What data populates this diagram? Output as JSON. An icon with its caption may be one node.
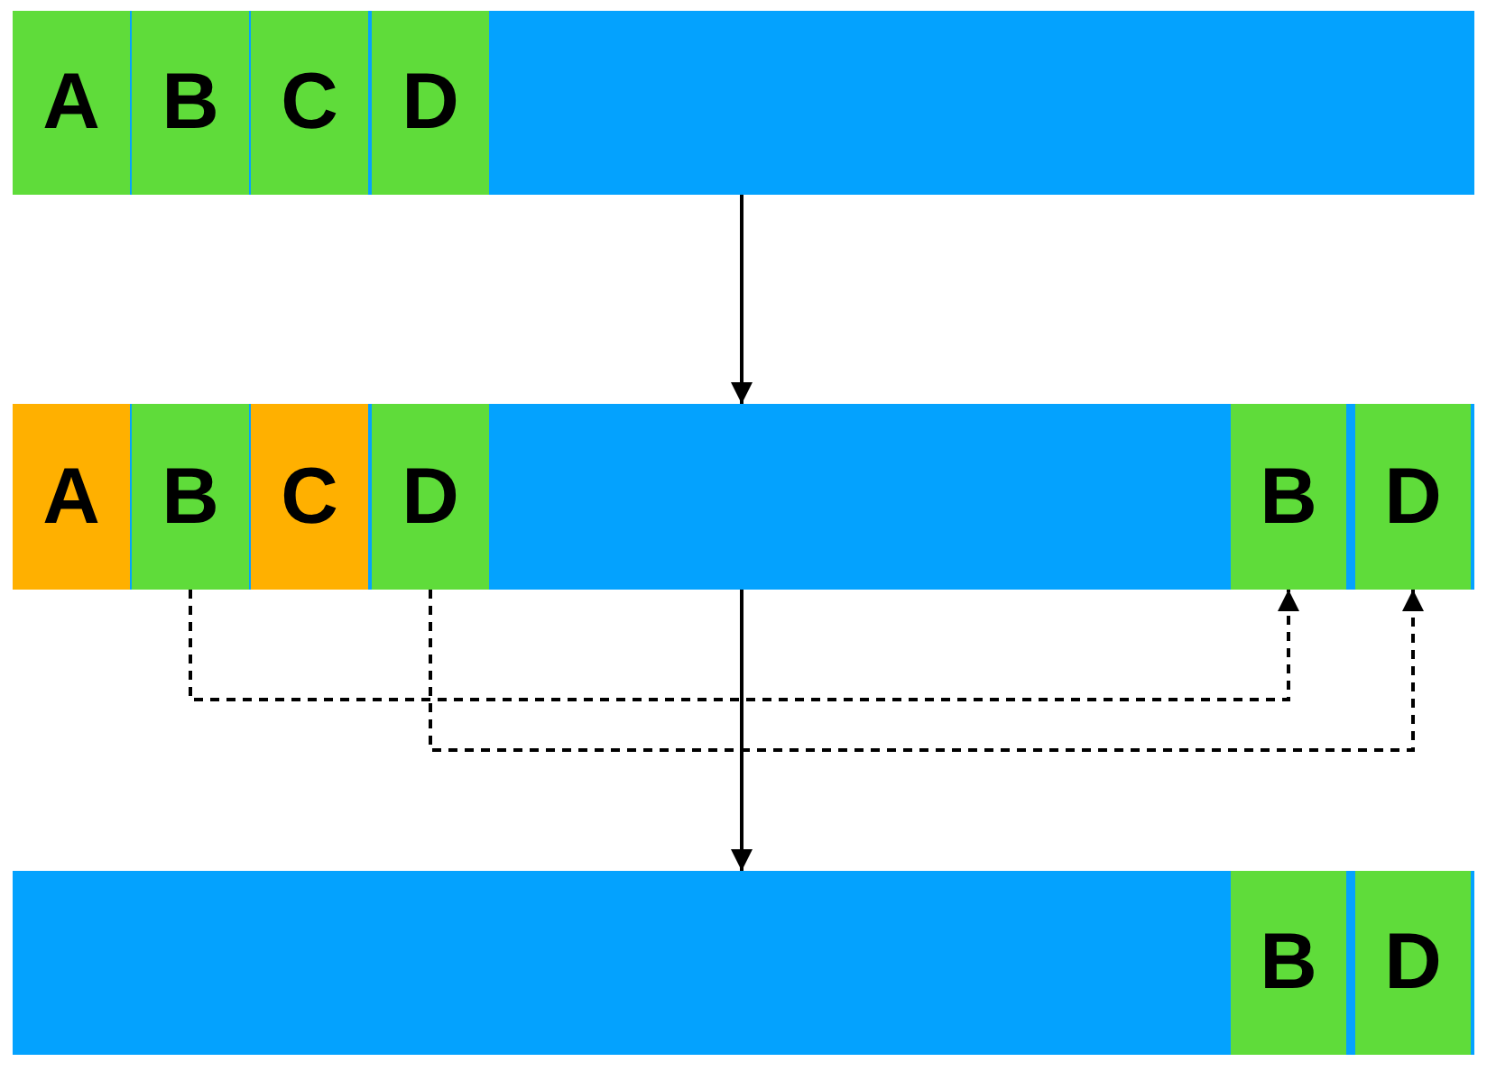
{
  "diagram": {
    "nodes": [
      {
        "text": [],
        "shape": "bar"
      },
      {
        "text": [
          "A"
        ],
        "in": 0
      },
      {
        "text": [
          "B"
        ],
        "in": 0
      },
      {
        "text": [
          "C"
        ],
        "in": 0
      },
      {
        "text": [
          "D"
        ],
        "in": 0
      },
      {
        "text": [],
        "shape": "bar"
      },
      {
        "text": [
          "A"
        ],
        "in": 5
      },
      {
        "text": [
          "B"
        ],
        "in": 5
      },
      {
        "text": [
          "C"
        ],
        "in": 5
      },
      {
        "text": [
          "D"
        ],
        "in": 5
      },
      {
        "text": [
          "B"
        ],
        "in": 5
      },
      {
        "text": [
          "D"
        ],
        "in": 5
      },
      {
        "text": [],
        "shape": "bar"
      },
      {
        "text": [
          "B"
        ],
        "in": 12
      },
      {
        "text": [
          "D"
        ],
        "in": 12
      }
    ],
    "edges": [
      {
        "from": 0,
        "to": 5,
        "arrow": "to"
      },
      {
        "from": 7,
        "to": 10,
        "arrow": "to",
        "style": "dashed"
      },
      {
        "from": 9,
        "to": 11,
        "arrow": "to",
        "style": "dashed"
      },
      {
        "from": 5,
        "to": 12,
        "arrow": "to"
      }
    ]
  }
}
